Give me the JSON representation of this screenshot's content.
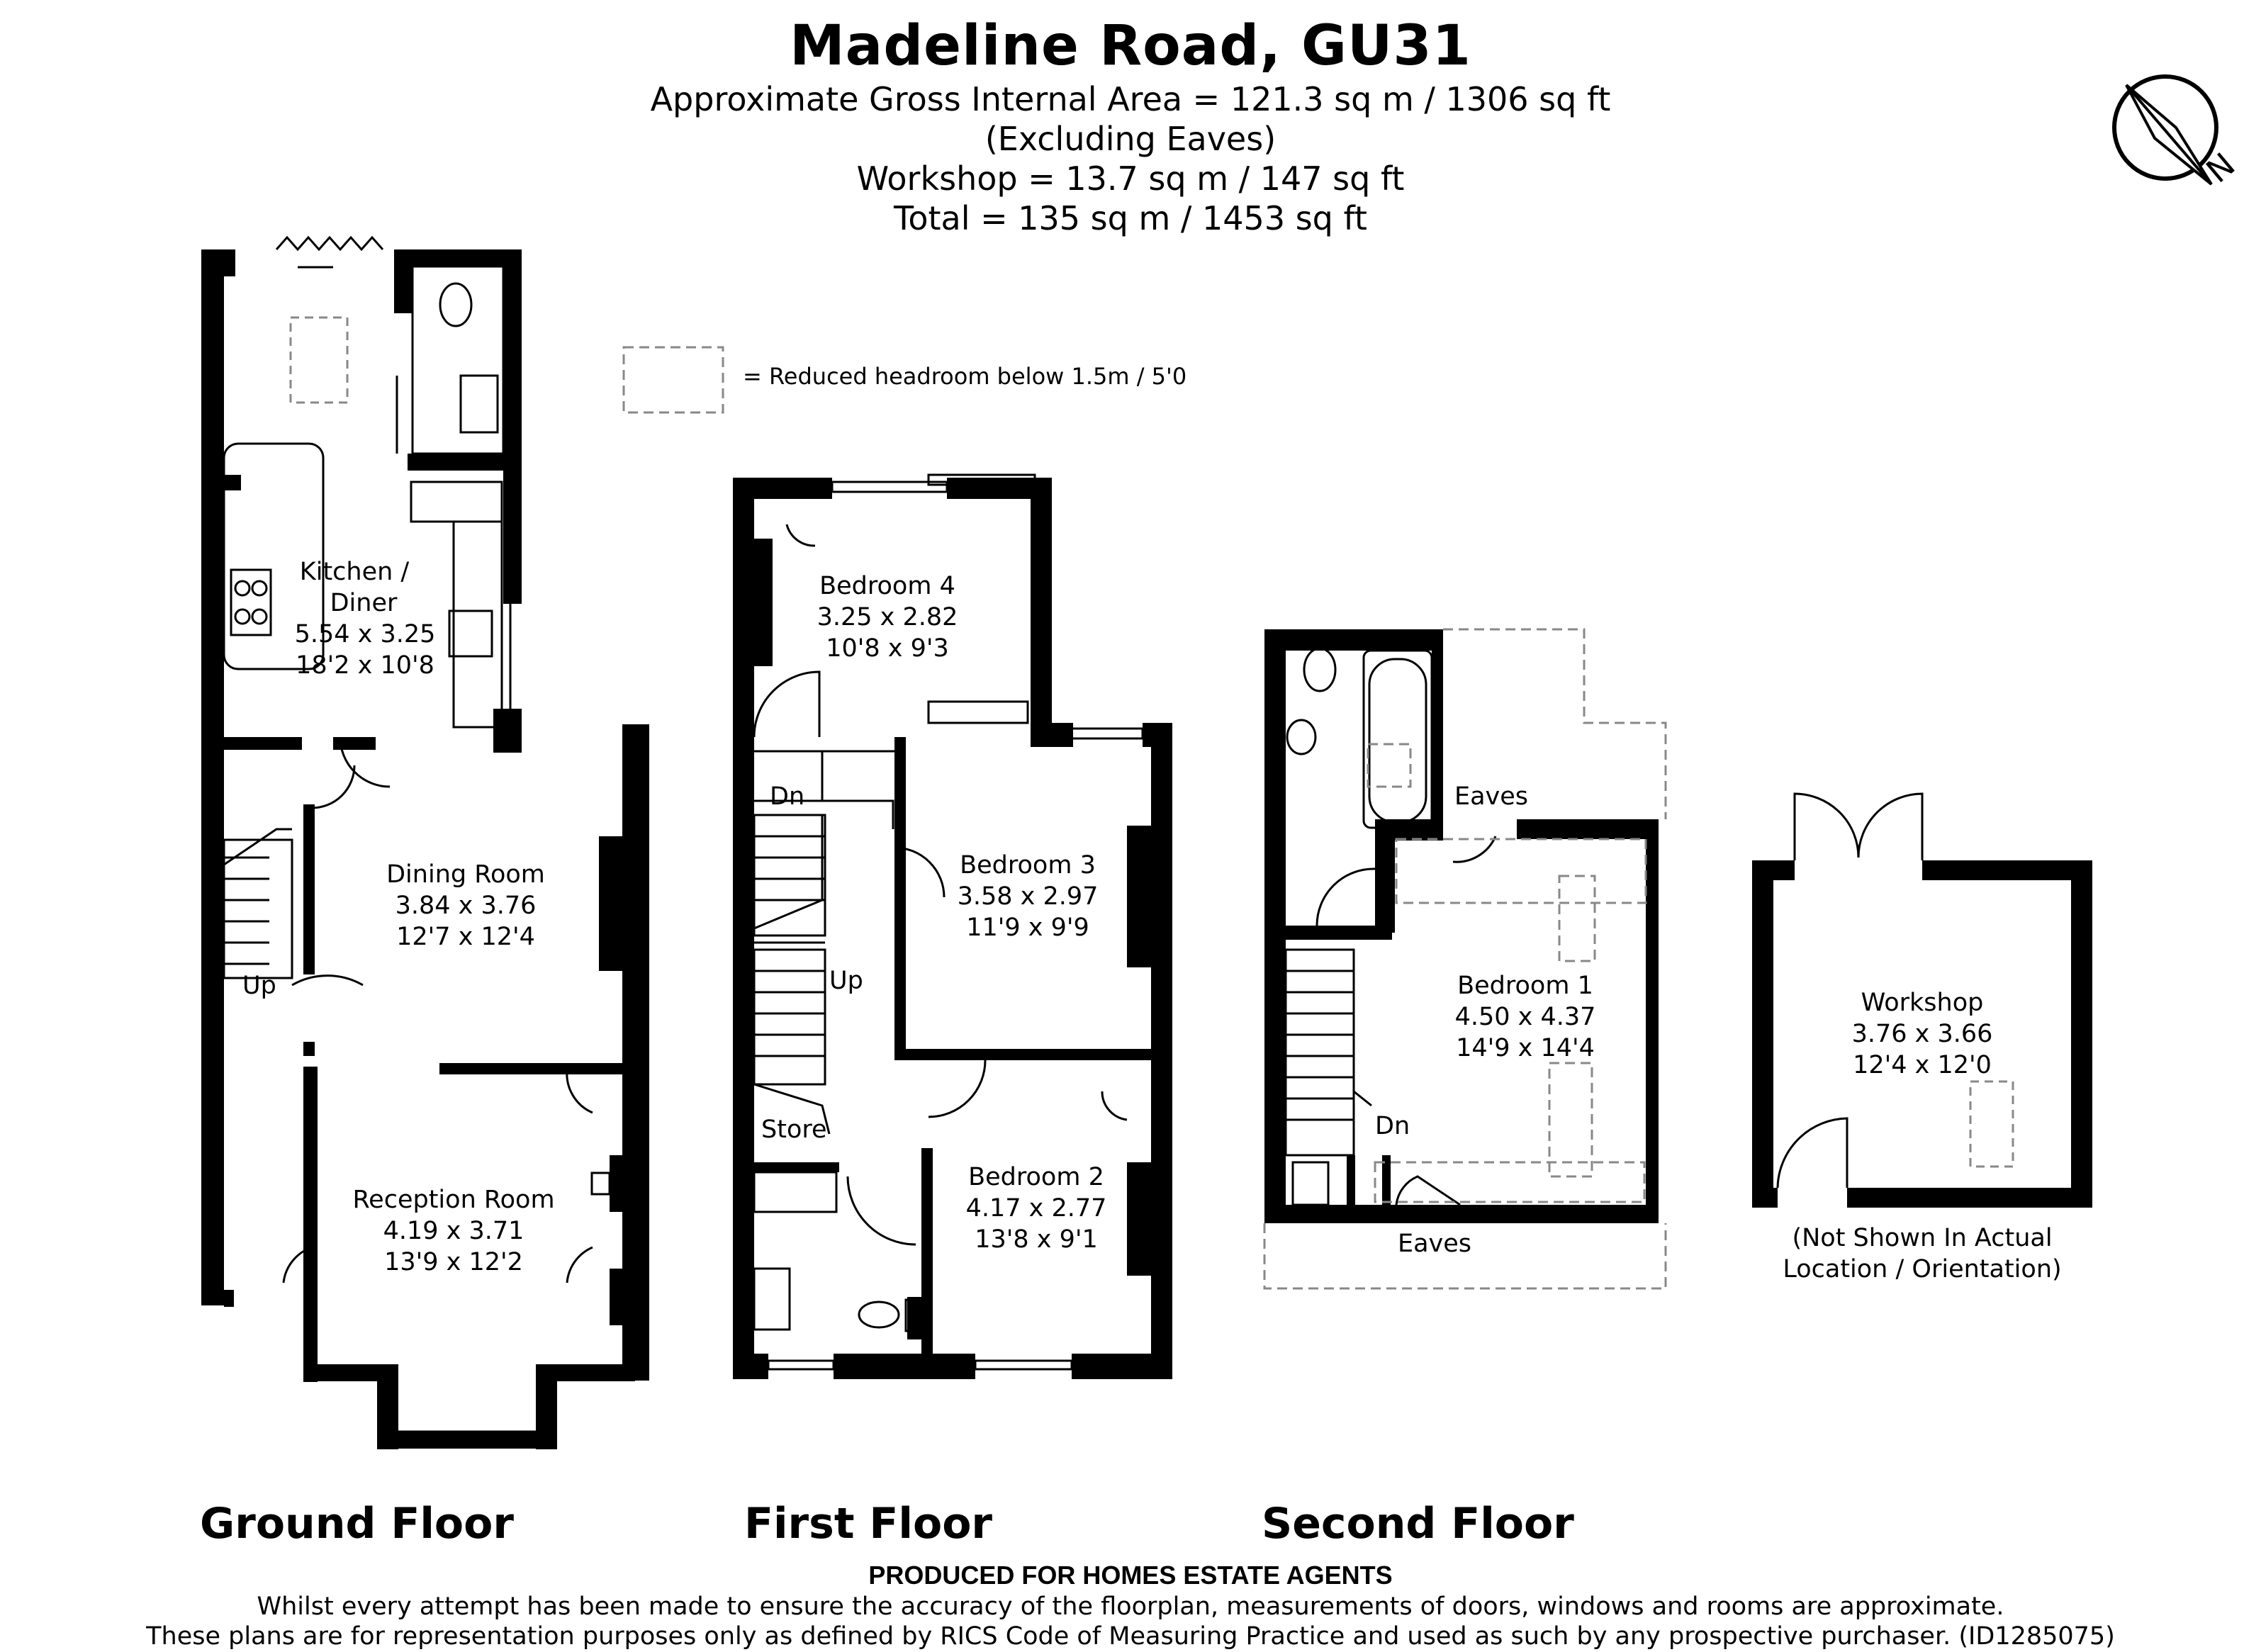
{
  "header": {
    "title": "Madeline Road, GU31",
    "area_line": "Approximate Gross Internal Area = 121.3 sq m / 1306 sq ft",
    "excluding_line": "(Excluding Eaves)",
    "workshop_line": "Workshop = 13.7 sq m / 147 sq ft",
    "total_line": "Total = 135 sq m / 1453 sq ft"
  },
  "legend": {
    "text": "= Reduced headroom below 1.5m / 5'0"
  },
  "compass": {
    "label": "N",
    "icon": "north-arrow-icon"
  },
  "ground_floor": {
    "label": "Ground Floor",
    "kitchen": {
      "name1": "Kitchen /",
      "name2": "Diner",
      "metric": "5.54 x 3.25",
      "imperial": "18'2 x 10'8"
    },
    "dining": {
      "name": "Dining Room",
      "metric": "3.84 x 3.76",
      "imperial": "12'7 x 12'4"
    },
    "reception": {
      "name": "Reception Room",
      "metric": "4.19 x 3.71",
      "imperial": "13'9 x 12'2"
    },
    "stairs_label": "Up"
  },
  "first_floor": {
    "label": "First Floor",
    "bedroom4": {
      "name": "Bedroom 4",
      "metric": "3.25 x 2.82",
      "imperial": "10'8 x 9'3"
    },
    "bedroom3": {
      "name": "Bedroom 3",
      "metric": "3.58 x 2.97",
      "imperial": "11'9 x 9'9"
    },
    "bedroom2": {
      "name": "Bedroom 2",
      "metric": "4.17 x 2.77",
      "imperial": "13'8 x 9'1"
    },
    "dn_label": "Dn",
    "up_label": "Up",
    "store_label": "Store"
  },
  "second_floor": {
    "label": "Second Floor",
    "bedroom1": {
      "name": "Bedroom 1",
      "metric": "4.50 x 4.37",
      "imperial": "14'9 x 14'4"
    },
    "eaves_top": "Eaves",
    "eaves_bottom": "Eaves",
    "dn_label": "Dn"
  },
  "workshop": {
    "name": "Workshop",
    "metric": "3.76 x 3.66",
    "imperial": "12'4 x 12'0",
    "note1": "(Not Shown In Actual",
    "note2": "Location / Orientation)"
  },
  "footer": {
    "produced": "PRODUCED FOR HOMES ESTATE AGENTS",
    "disclaimer1": "Whilst every attempt has been made to ensure the accuracy of the floorplan, measurements of doors, windows and rooms are approximate.",
    "disclaimer2": "These plans are for representation purposes only as defined by RICS Code of Measuring Practice and used as such by any prospective purchaser. (ID1285075)"
  }
}
